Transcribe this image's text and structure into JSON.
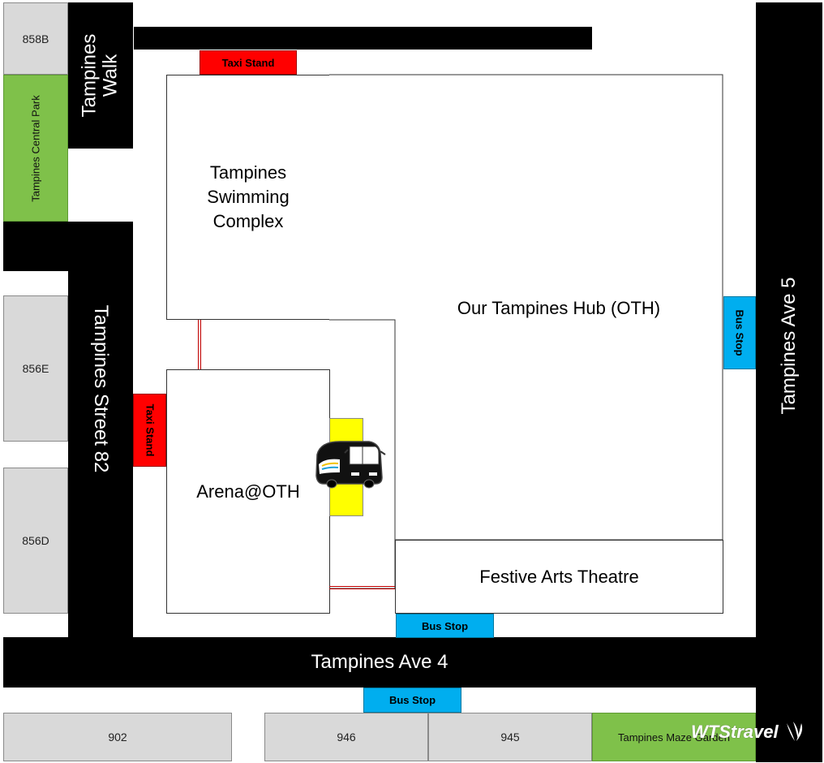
{
  "roads": {
    "tampines_walk": "Tampines Walk",
    "tampines_street_82": "Tampines Street 82",
    "tampines_ave_4": "Tampines Ave 4",
    "tampines_ave_5": "Tampines Ave 5"
  },
  "blocks": {
    "b858b": "858B",
    "b856e": "856E",
    "b856d": "856D",
    "b902": "902",
    "b946": "946",
    "b945": "945"
  },
  "parks": {
    "central_park": "Tampines Central Park",
    "maze_garden": "Tampines Maze Garden"
  },
  "buildings": {
    "swimming_complex": "Tampines Swimming Complex",
    "oth": "Our Tampines Hub (OTH)",
    "arena": "Arena@OTH",
    "theatre": "Festive Arts Theatre"
  },
  "stops": {
    "taxi_top": "Taxi Stand",
    "taxi_left": "Taxi Stand",
    "bus_right": "Bus Stop",
    "bus_theatre": "Bus Stop",
    "bus_ave4": "Bus Stop"
  },
  "logo": {
    "text": "WTStravel"
  },
  "colors": {
    "road": "#000000",
    "taxi": "#ff0000",
    "bus_stop": "#00aeef",
    "park": "#7fc14a",
    "block": "#d9d9d9",
    "coach_bay": "#ffff00"
  }
}
